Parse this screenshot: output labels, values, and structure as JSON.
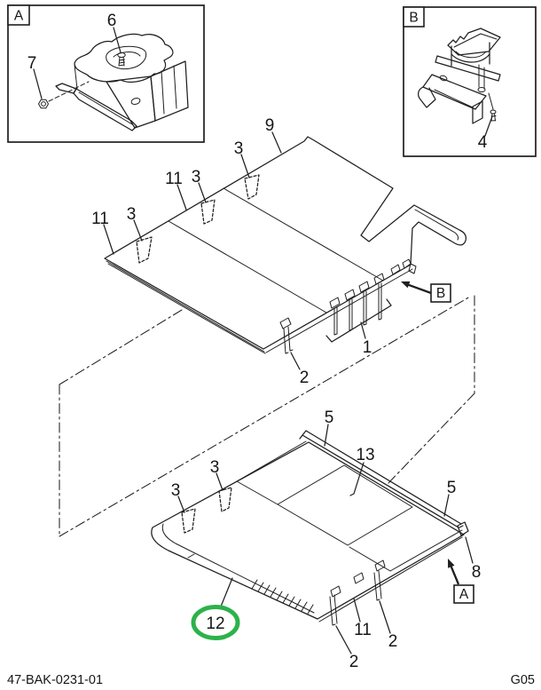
{
  "document": {
    "drawing_code": "47-BAK-0231-01",
    "page_code": "G05"
  },
  "highlight": {
    "color": "#2db24b",
    "highlighted_part": "12"
  },
  "insets": {
    "a": {
      "label": "A"
    },
    "b": {
      "label": "B"
    }
  },
  "refs": {
    "a": {
      "label": "A"
    },
    "b": {
      "label": "B"
    }
  },
  "callouts": {
    "p1": "1",
    "p2": "2",
    "p3": "3",
    "p4": "4",
    "p5": "5",
    "p6": "6",
    "p7": "7",
    "p8": "8",
    "p9": "9",
    "p11": "11",
    "p12": "12",
    "p13": "13"
  }
}
